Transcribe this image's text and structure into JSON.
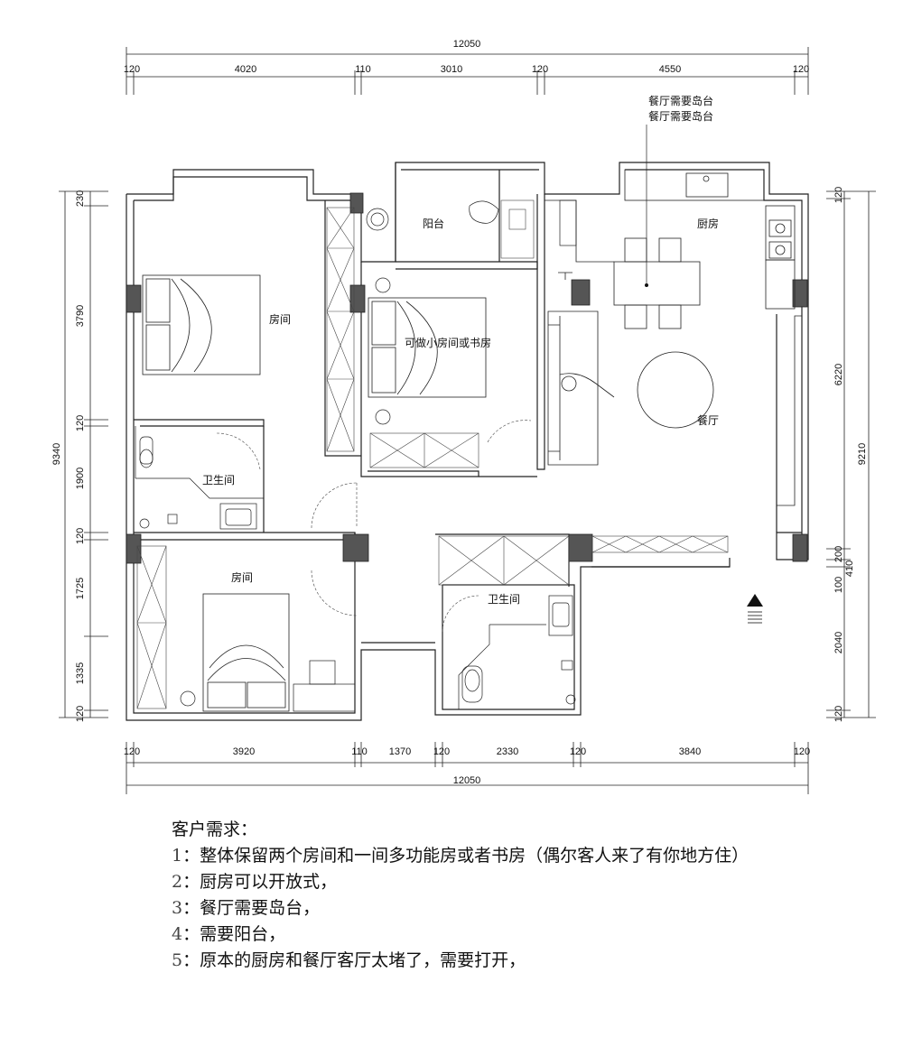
{
  "dimensions": {
    "top_total": "12050",
    "top_segments": [
      "120",
      "4020",
      "110",
      "3010",
      "120",
      "4550",
      "120"
    ],
    "bottom_total": "12050",
    "bottom_segments": [
      "120",
      "3920",
      "110",
      "1370",
      "120",
      "2330",
      "120",
      "3840",
      "120"
    ],
    "left_total": "9340",
    "left_segments": [
      "230",
      "3790",
      "120",
      "1900",
      "120",
      "1725",
      "1335",
      "120"
    ],
    "right_outer": "9210",
    "right_segments": [
      "120",
      "6220",
      "200",
      "100",
      "2040",
      "120"
    ],
    "right_extra": "410"
  },
  "rooms": {
    "bedroom_top": "房间",
    "study": "可做小房间或书房",
    "balcony": "阳台",
    "kitchen": "厨房",
    "dining": "餐厅",
    "bath_left": "卫生间",
    "bedroom_bottom": "房间",
    "bath_right": "卫生间"
  },
  "annotation": {
    "line1": "餐厅需要岛台",
    "line2": "餐厅需要岛台"
  },
  "requirements": {
    "title": "客户需求：",
    "items": [
      {
        "num": "1",
        "text": "：整体保留两个房间和一间多功能房或者书房（偶尔客人来了有你地方住）"
      },
      {
        "num": "2",
        "text": "：厨房可以开放式，"
      },
      {
        "num": "3",
        "text": "：餐厅需要岛台，"
      },
      {
        "num": "4",
        "text": "：需要阳台，"
      },
      {
        "num": "5",
        "text": "：原本的厨房和餐厅客厅太堵了，需要打开，"
      }
    ]
  }
}
